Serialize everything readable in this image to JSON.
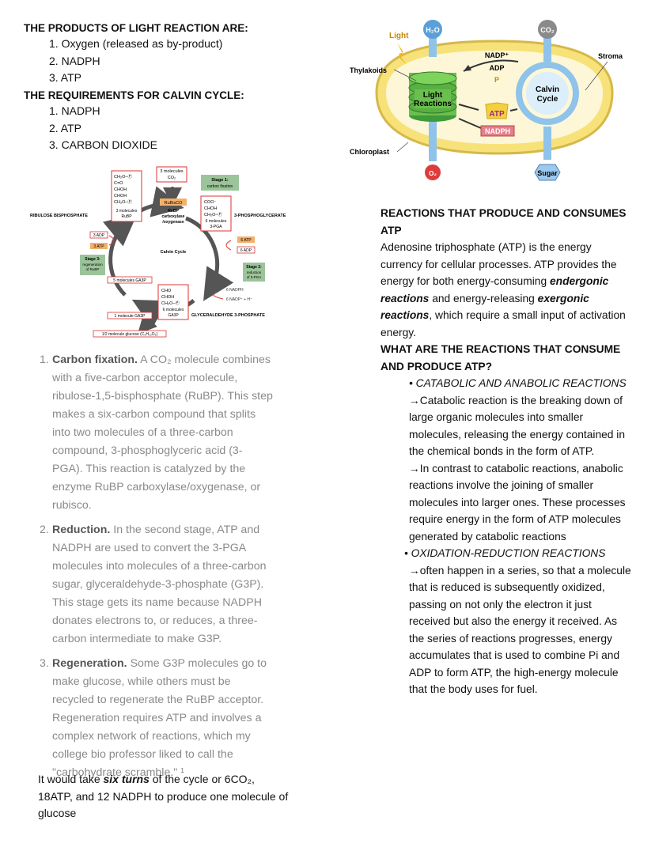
{
  "products": {
    "heading": "THE PRODUCTS OF LIGHT REACTION ARE:",
    "items": [
      "1. Oxygen (released as by-product)",
      "2. NADPH",
      "3. ATP"
    ]
  },
  "requirements": {
    "heading": "THE REQUIREMENTS FOR CALVIN CYCLE:",
    "items": [
      "1. NADPH",
      "2. ATP",
      "3. CARBON DIOXIDE"
    ]
  },
  "calvin_diagram": {
    "co2_box": [
      "3 molecules",
      "CO₂"
    ],
    "stage1": [
      "Stage 1:",
      "carbon fixation"
    ],
    "rubisco": "RuBisCO",
    "rubp_enzyme": [
      "RuBP",
      "carboxylase",
      "/oxygenase"
    ],
    "rubp_molecule": [
      "CH₂O–Ⓟ",
      "C=O",
      "CHOH",
      "CHOH",
      "CH₂O–Ⓟ",
      "3 molecules",
      "RuBP"
    ],
    "pga_molecule": [
      "COO⁻",
      "CHOH",
      "CH₂O–Ⓟ",
      "6 molecules",
      "3-PGA"
    ],
    "label_rubp": "RIBULOSE BISPHOSPHATE",
    "label_pga": "3-PHOSPHOGLYCERATE",
    "atp_6": "6 ATP",
    "adp_6": "6 ADP",
    "stage2": [
      "Stage 2:",
      "reduction",
      "of 3-PGA"
    ],
    "nadph_6": "6 NADPH",
    "nadp_6": "6 NADP⁺ + H⁺",
    "adp_3": "3 ADP",
    "atp_3": "3 ATP",
    "stage3": [
      "Stage 3:",
      "regeneration",
      "of RuBP"
    ],
    "ga3p_5": "5 molecules GA3P",
    "center": "Calvin Cycle",
    "g3p_molecule": [
      "CHO",
      "CHOH",
      "CH₂O–Ⓟ",
      "6 molecules",
      "GA3P"
    ],
    "label_g3p": "GLYCERALDEHYDE 3-PHOSPHATE",
    "ga3p_1": "1 molecule GA3P",
    "glucose": "1/2 molecule glucose (C₆H₁₂O₆)"
  },
  "light_diagram": {
    "light": "Light",
    "h2o": "H₂O",
    "co2": "CO₂",
    "thylakoids": "Thylakoids",
    "stroma": "Stroma",
    "light_reactions": [
      "Light",
      "Reactions"
    ],
    "calvin_cycle": [
      "Calvin",
      "Cycle"
    ],
    "nadp": "NADP⁺",
    "adp": "ADP",
    "p": "P",
    "atp": "ATP",
    "nadph": "NADPH",
    "chloroplast": "Chloroplast",
    "o2": "O₂",
    "sugar": "Sugar"
  },
  "steps": [
    {
      "num": "1.",
      "title": "Carbon fixation.",
      "body": "A CO₂ molecule combines with a five-carbon acceptor molecule, ribulose-1,5-bisphosphate (RuBP). This step makes a six-carbon compound that splits into two molecules of a three-carbon compound, 3-phosphoglyceric acid (3-PGA). This reaction is catalyzed by the enzyme RuBP carboxylase/oxygenase, or rubisco."
    },
    {
      "num": "2.",
      "title": "Reduction.",
      "body": "In the second stage, ATP and NADPH are used to convert the 3-PGA molecules into molecules of a three-carbon sugar, glyceraldehyde-3-phosphate (G3P). This stage gets its name because NADPH donates electrons to, or reduces, a three-carbon intermediate to make G3P."
    },
    {
      "num": "3.",
      "title": "Regeneration.",
      "body": "Some G3P molecules go to make glucose, while others must be recycled to regenerate the RuBP acceptor. Regeneration requires ATP and involves a complex network of reactions, which my college bio professor liked to call the \"carbohydrate scramble.\" ¹"
    }
  ],
  "note": {
    "pre": "It would take ",
    "emph": "six turns",
    "post": " of the cycle or 6CO₂, 18ATP, and 12 NADPH to produce one molecule of glucose"
  },
  "right": {
    "heading1": "REACTIONS THAT PRODUCE AND CONSUMES ATP",
    "intro_1": "Adenosine triphosphate (ATP) is the energy currency for cellular processes. ATP provides the energy for both energy-consuming ",
    "endergonic": "endergonic reactions",
    "intro_2": " and energy-releasing ",
    "exergonic": "exergonic reactions",
    "intro_3": ", which require a small input of activation energy.",
    "heading2": "WHAT ARE THE REACTIONS THAT CONSUME AND PRODUCE ATP?",
    "bullet1": "• CATABOLIC AND ANABOLIC REACTIONS",
    "catabolic": "→Catabolic reaction is the breaking down of large organic molecules into smaller molecules, releasing the energy contained in the chemical bonds in the form of ATP.",
    "anabolic": "→In contrast to catabolic reactions, anabolic reactions involve the joining of smaller molecules into larger ones. These processes require energy in the form of ATP molecules generated by catabolic reactions",
    "bullet2": "•  OXIDATION-REDUCTION REACTIONS",
    "redox": "→often happen in a series, so that a molecule that is reduced is subsequently oxidized, passing on not only the electron it just received but also the energy it received. As the series of reactions progresses, energy accumulates that is used to combine Pi and ADP to form ATP, the high-energy molecule that the body uses for fuel."
  }
}
